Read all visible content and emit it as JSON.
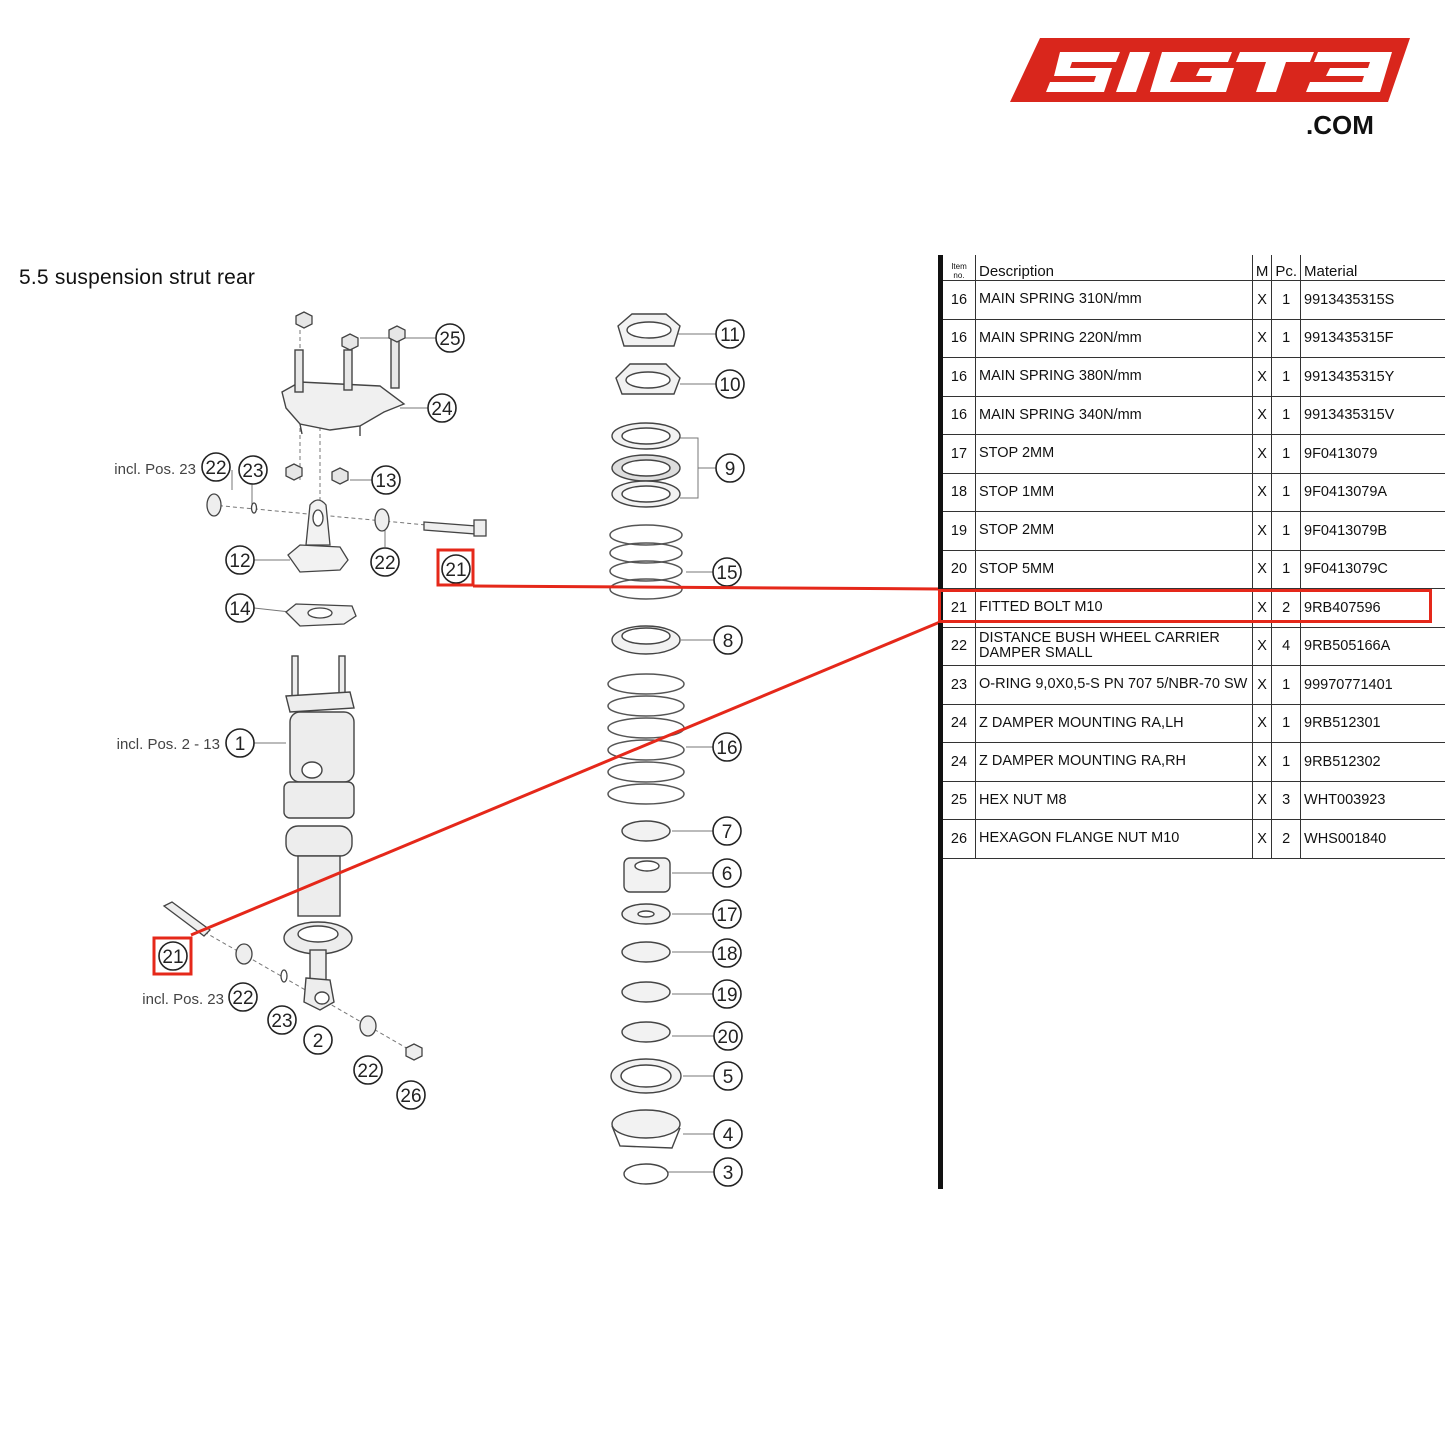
{
  "logo": {
    "brand": "SIGT3",
    "domain": ".COM",
    "color": "#d9261c"
  },
  "title": "5.5  suspension strut rear",
  "highlight_color": "#e5281a",
  "diagram": {
    "callouts_left": [
      "25",
      "24",
      "22",
      "23",
      "13",
      "12",
      "22",
      "21",
      "14",
      "1",
      "21",
      "22",
      "23",
      "2",
      "22",
      "26"
    ],
    "callouts_right": [
      "11",
      "10",
      "9",
      "15",
      "8",
      "16",
      "7",
      "6",
      "17",
      "18",
      "19",
      "20",
      "5",
      "4",
      "3"
    ],
    "notes": [
      "incl. Pos. 23",
      "incl. Pos. 2 - 13",
      "incl. Pos. 23"
    ]
  },
  "table": {
    "headers": {
      "item": "Item no.",
      "description": "Description",
      "m": "M",
      "pc": "Pc.",
      "material": "Material"
    },
    "rows": [
      {
        "item": "16",
        "description": "MAIN SPRING 310N/mm",
        "m": "X",
        "pc": "1",
        "material": "9913435315S"
      },
      {
        "item": "16",
        "description": "MAIN SPRING 220N/mm",
        "m": "X",
        "pc": "1",
        "material": "9913435315F"
      },
      {
        "item": "16",
        "description": "MAIN SPRING 380N/mm",
        "m": "X",
        "pc": "1",
        "material": "9913435315Y"
      },
      {
        "item": "16",
        "description": "MAIN SPRING 340N/mm",
        "m": "X",
        "pc": "1",
        "material": "9913435315V"
      },
      {
        "item": "17",
        "description": "STOP 2MM",
        "m": "X",
        "pc": "1",
        "material": "9F0413079"
      },
      {
        "item": "18",
        "description": "STOP 1MM",
        "m": "X",
        "pc": "1",
        "material": "9F0413079A"
      },
      {
        "item": "19",
        "description": "STOP 2MM",
        "m": "X",
        "pc": "1",
        "material": "9F0413079B"
      },
      {
        "item": "20",
        "description": "STOP 5MM",
        "m": "X",
        "pc": "1",
        "material": "9F0413079C"
      },
      {
        "item": "21",
        "description": "FITTED BOLT M10",
        "m": "X",
        "pc": "2",
        "material": "9RB407596"
      },
      {
        "item": "22",
        "description": "DISTANCE BUSH WHEEL CARRIER DAMPER SMALL",
        "m": "X",
        "pc": "4",
        "material": "9RB505166A"
      },
      {
        "item": "23",
        "description": "O-RING 9,0X0,5-S PN 707 5/NBR-70 SW",
        "m": "X",
        "pc": "1",
        "material": "99970771401"
      },
      {
        "item": "24",
        "description": "Z DAMPER MOUNTING RA,LH",
        "m": "X",
        "pc": "1",
        "material": "9RB512301"
      },
      {
        "item": "24",
        "description": "Z DAMPER MOUNTING RA,RH",
        "m": "X",
        "pc": "1",
        "material": "9RB512302"
      },
      {
        "item": "25",
        "description": "HEX NUT M8",
        "m": "X",
        "pc": "3",
        "material": "WHT003923"
      },
      {
        "item": "26",
        "description": "HEXAGON FLANGE NUT M10",
        "m": "X",
        "pc": "2",
        "material": "WHS001840"
      }
    ]
  }
}
